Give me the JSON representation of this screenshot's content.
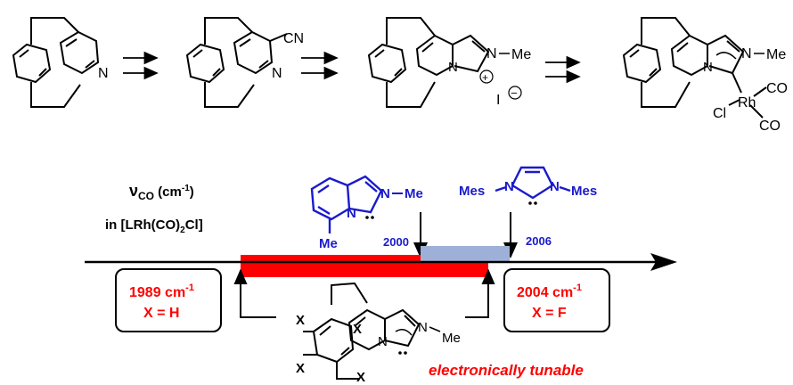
{
  "scheme": {
    "cn": "CN",
    "n": "N",
    "me": "Me",
    "iodide": "I",
    "plus": "+",
    "minus": "−",
    "rh": "Rh",
    "cl": "Cl",
    "co": "CO"
  },
  "axis": {
    "nu": "ν",
    "co_sub": "CO",
    "unit": " (cm",
    "unit_exp": "-1",
    "unit_close": ")",
    "complex_pre": "in [LRh(CO)",
    "complex_sub": "2",
    "complex_post": "Cl]",
    "value_left": "2000",
    "value_right": "2006"
  },
  "ligands": {
    "mes": "Mes",
    "me": "Me",
    "n": "N"
  },
  "boxes": {
    "left_value": "1989 cm",
    "left_exp": "-1",
    "left_sub": "X = H",
    "right_value": "2004 cm",
    "right_exp": "-1",
    "right_sub": "X = F"
  },
  "bottom": {
    "x": "X",
    "n": "N",
    "me": "Me",
    "tagline": "electronically tunable"
  },
  "colors": {
    "blue": "#1a1acc",
    "red": "#ff0000",
    "bar_blue": "#9fb0d8",
    "black": "#000000"
  }
}
